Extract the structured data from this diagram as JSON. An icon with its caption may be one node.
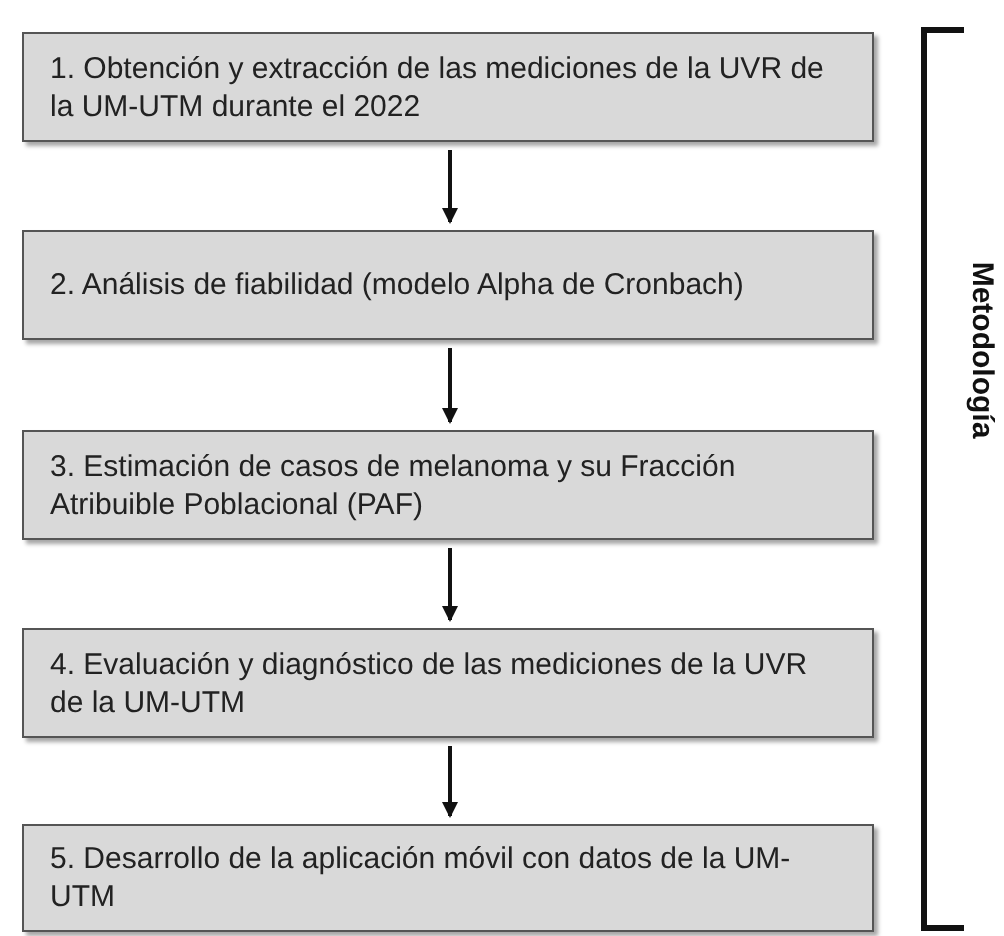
{
  "diagram": {
    "nodes": [
      {
        "text": [
          "1. Obtención y extracción de las mediciones de la UVR de la UM-UTM durante el 2022"
        ]
      },
      {
        "text": [
          "2. Análisis de fiabilidad (modelo Alpha de Cronbach)"
        ]
      },
      {
        "text": [
          "3. Estimación de casos de melanoma y su Fracción Atribuible Poblacional (PAF)"
        ]
      },
      {
        "text": [
          "4. Evaluación y diagnóstico de las mediciones de la UVR de la UM-UTM"
        ]
      },
      {
        "text": [
          "5. Desarrollo de la aplicación móvil con datos de la UM-UTM"
        ]
      }
    ],
    "edges": [
      {
        "from": 0,
        "to": 1,
        "arrow": "to"
      },
      {
        "from": 1,
        "to": 2,
        "arrow": "to"
      },
      {
        "from": 2,
        "to": 3,
        "arrow": "to"
      },
      {
        "from": 3,
        "to": 4,
        "arrow": "to"
      }
    ],
    "labels": [
      "Metodología"
    ]
  }
}
